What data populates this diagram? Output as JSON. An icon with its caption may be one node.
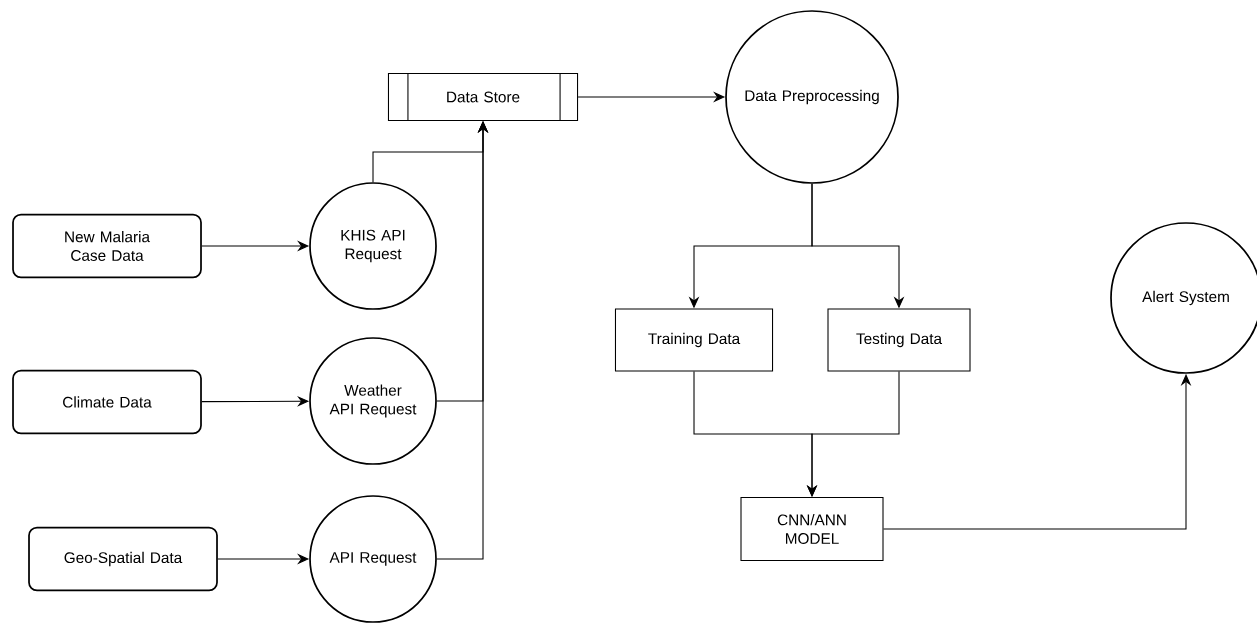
{
  "diagram": {
    "nodes": [
      {
        "text": [
          "New Malaria Case Data"
        ]
      },
      {
        "text": [
          "Climate Data"
        ]
      },
      {
        "text": [
          "Geo-Spatial Data"
        ]
      },
      {
        "text": [
          "KHIS API Request"
        ]
      },
      {
        "text": [
          "Weather API Request"
        ]
      },
      {
        "text": [
          "API Request"
        ]
      },
      {
        "text": [
          "Data Store"
        ]
      },
      {
        "text": [
          "Data Preprocessing"
        ]
      },
      {
        "text": [
          "Training Data"
        ]
      },
      {
        "text": [
          "Testing Data"
        ]
      },
      {
        "text": [
          "CNN/ANN MODEL"
        ]
      },
      {
        "text": [
          "Alert System"
        ]
      }
    ],
    "edges": [
      {
        "from": 0,
        "to": 3,
        "arrow": "to"
      },
      {
        "from": 1,
        "to": 4,
        "arrow": "to"
      },
      {
        "from": 2,
        "to": 5,
        "arrow": "to"
      },
      {
        "from": 3,
        "to": 6,
        "arrow": "to"
      },
      {
        "from": 4,
        "to": 6,
        "arrow": "to"
      },
      {
        "from": 5,
        "to": 6,
        "arrow": "to"
      },
      {
        "from": 6,
        "to": 7,
        "arrow": "to"
      },
      {
        "from": 7,
        "to": 8,
        "arrow": "to"
      },
      {
        "from": 7,
        "to": 9,
        "arrow": "to"
      },
      {
        "from": 8,
        "to": 10,
        "arrow": "to"
      },
      {
        "from": 9,
        "to": 10,
        "arrow": "to"
      },
      {
        "from": 10,
        "to": 11,
        "arrow": "to"
      }
    ]
  }
}
